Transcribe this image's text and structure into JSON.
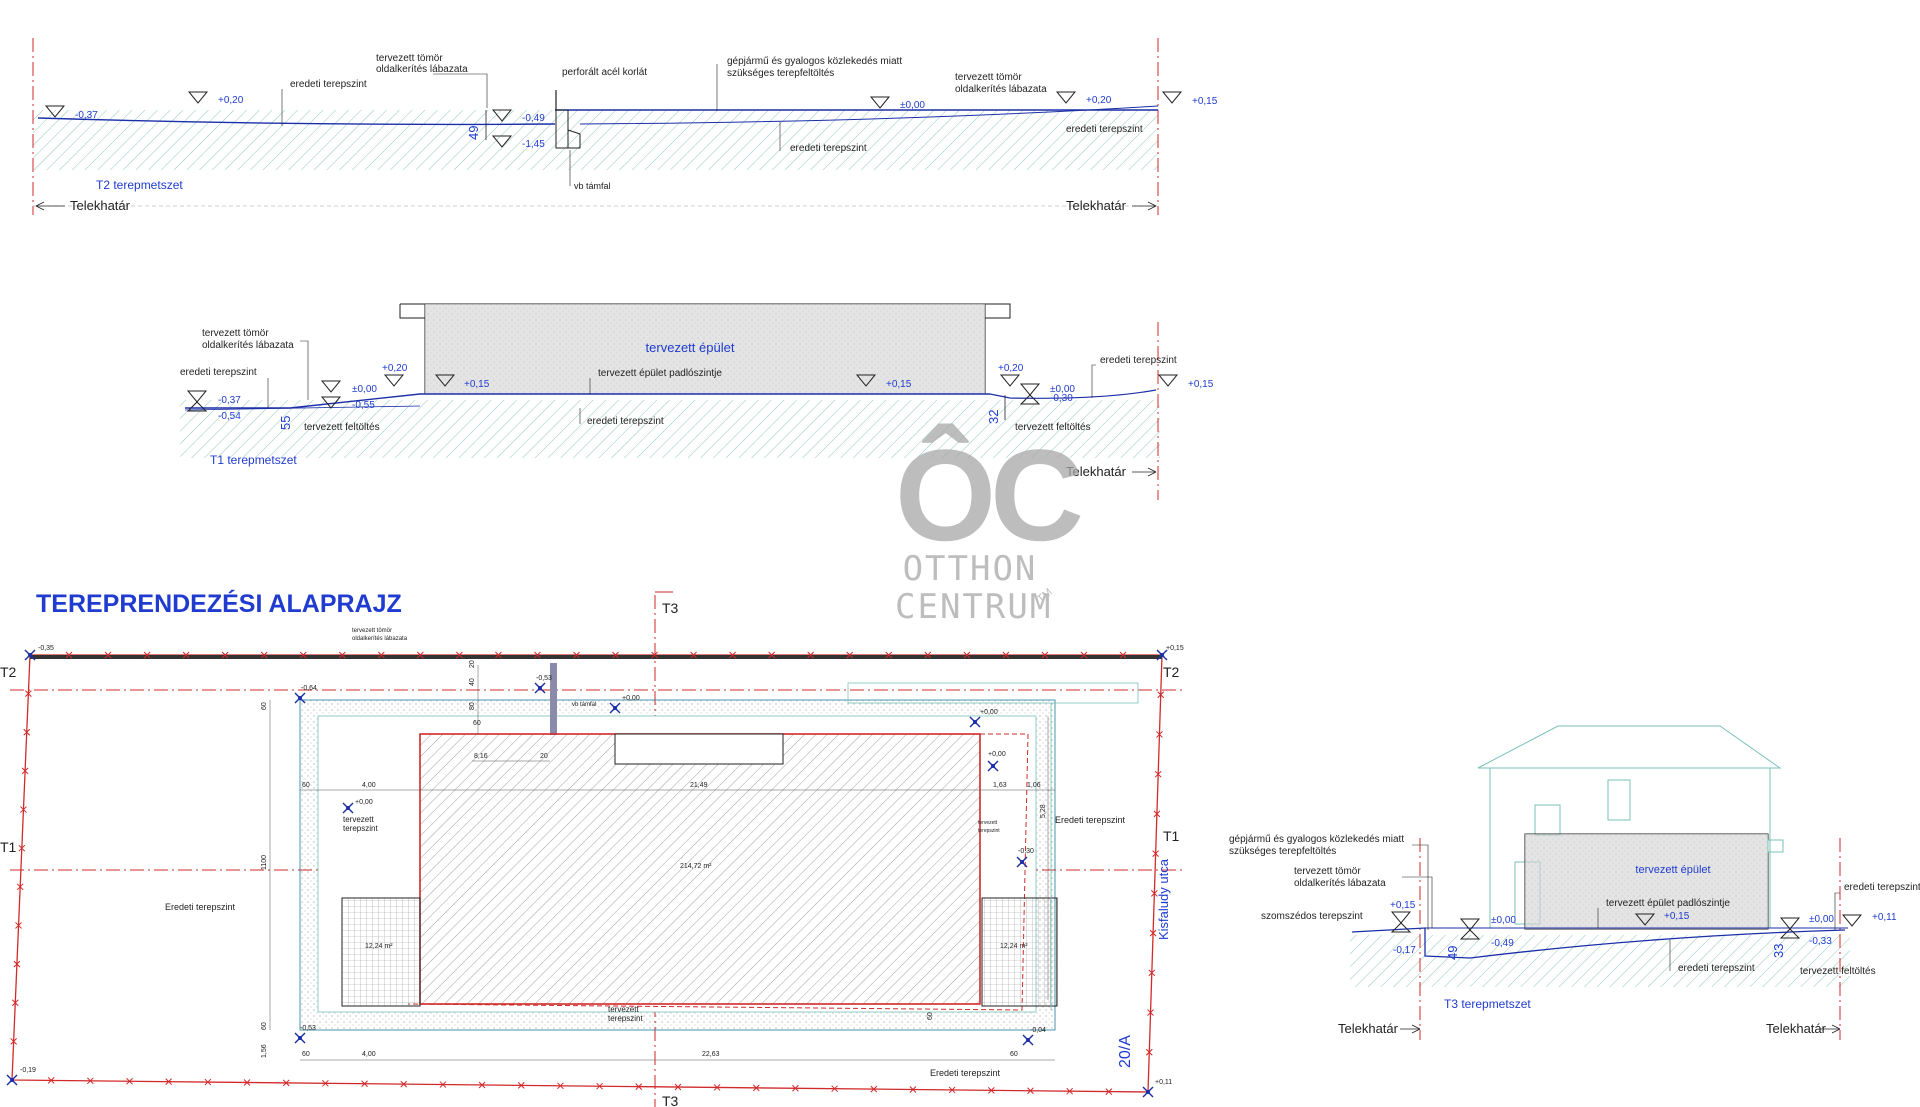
{
  "colors": {
    "line": "#1b2fa8",
    "label": "#1f3bd0",
    "text": "#222222",
    "red": "#d12a2a",
    "hatch": "#8fc9c0",
    "fill": "#dcdcdc",
    "watermark": "#a8a8a8"
  },
  "watermark": {
    "monogram": "ÔC",
    "line1": "OTTHON",
    "line2": "CENTRUM",
    "mark": "TM"
  },
  "t2": {
    "title": "T2 terepmetszet",
    "left_boundary": "Telekhatár",
    "right_boundary": "Telekhatár",
    "levels": [
      "-0,37",
      "+0,20",
      "-0,49",
      "-1,45",
      "±0,00",
      "+0,20",
      "+0,15"
    ],
    "dim": "49",
    "notes": [
      "eredeti terepszint",
      "tervezett tömör",
      "oldalkerítés lábazata",
      "perforált acél korlát",
      "gépjármű és gyalogos közlekedés miatt",
      "szükséges terepfeltöltés",
      "tervezett tömör",
      "oldalkerítés lábazata",
      "eredeti terepszint",
      "eredeti terepszint",
      "vb támfal"
    ]
  },
  "t1": {
    "title": "T1 terepmetszet",
    "building": "tervezett épület",
    "right_boundary": "Telekhatár",
    "levels": [
      "-0,37",
      "-0,54",
      "±0,00",
      "-0,55",
      "+0,20",
      "+0,15",
      "+0,15",
      "+0,20",
      "±0,00",
      "-0,30",
      "+0,15"
    ],
    "dims": [
      "55",
      "32"
    ],
    "notes": [
      "tervezett tömör",
      "oldalkerítés lábazata",
      "eredeti terepszint",
      "tervezett feltöltés",
      "tervezett épület padlószintje",
      "eredeti terepszint",
      "eredeti terepszint",
      "tervezett feltöltés"
    ]
  },
  "plan": {
    "title": "TEREPRENDEZÉSI ALAPRAJZ",
    "section_marks": [
      "T3",
      "T2",
      "T2",
      "T1",
      "T1",
      "T3"
    ],
    "street": "Kisfaludy utca",
    "house_number": "20/A",
    "corner_levels": [
      "-0,35",
      "+0,15",
      "-0,19",
      "+0,11"
    ],
    "small_levels": [
      "-0,64",
      "-0,53",
      "+0,00",
      "+0,00",
      "+0,00",
      "+0,00",
      "-0,30",
      "-0,53",
      "-0,04"
    ],
    "notes": [
      "tervezett tömör",
      "oldalkerítés lábazata",
      "vb támfal",
      "tervezett",
      "terepszint",
      "Eredeti terepszint",
      "Eredeti terepszint",
      "tervezett",
      "terepszint",
      "tervezett",
      "terepszint",
      "Eredeti terepszint"
    ],
    "dims": [
      "4,00",
      "21,49",
      "1,63",
      "1,06",
      "8,16",
      "20",
      "12,24 m²",
      "12,24 m²",
      "214,72 m²",
      "4,00",
      "22,63",
      "60",
      "60",
      "60",
      "60",
      "1100",
      "5,28",
      "1,56",
      "60",
      "80",
      "20",
      "40",
      "60",
      "60"
    ]
  },
  "t3": {
    "title": "T3 terepmetszet",
    "building": "tervezett épület",
    "left_boundary": "Telekhatár",
    "right_boundary": "Telekhatár",
    "levels": [
      "+0,15",
      "-0,17",
      "±0,00",
      "-0,49",
      "+0,15",
      "±0,00",
      "-0,33",
      "+0,11"
    ],
    "dims": [
      "49",
      "33"
    ],
    "notes": [
      "gépjármű és gyalogos közlekedés miatt",
      "szükséges terepfeltöltés",
      "tervezett tömör",
      "oldalkerítés lábazata",
      "szomszédos terepszint",
      "tervezett épület padlószintje",
      "eredeti terepszint",
      "eredeti terepszint",
      "tervezett feltöltés"
    ]
  }
}
